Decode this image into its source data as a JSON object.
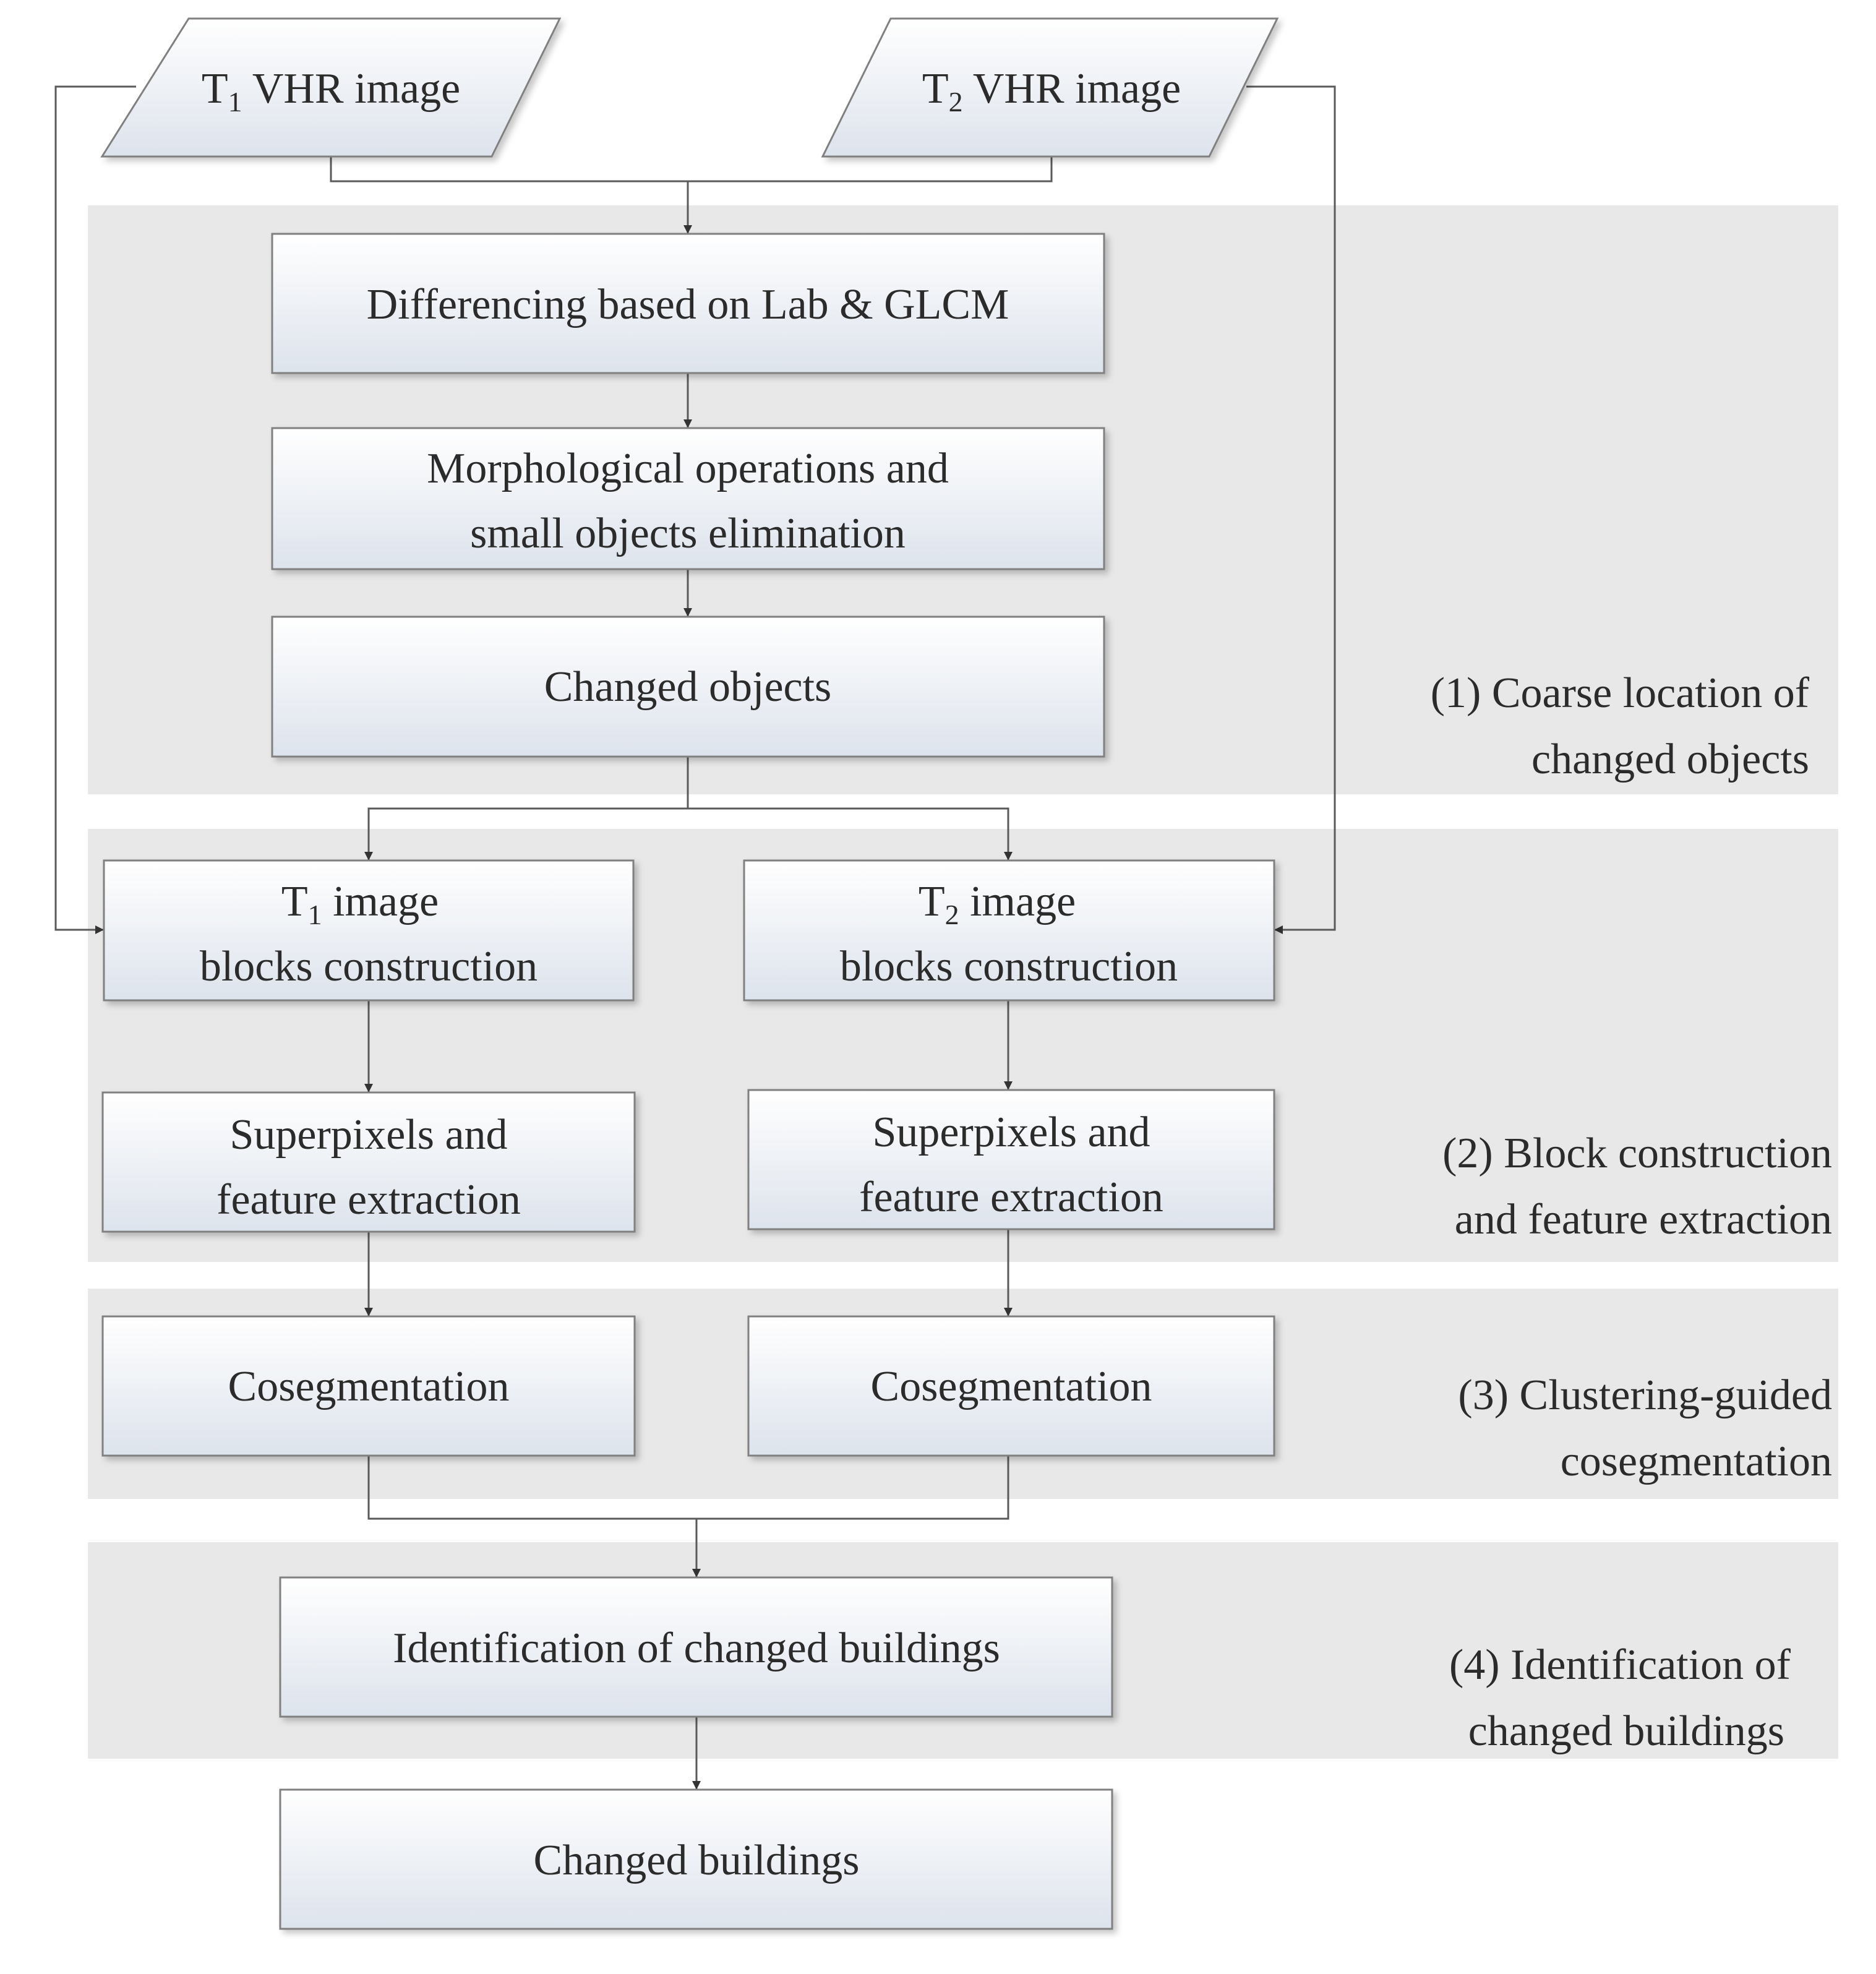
{
  "nodes": {
    "t1_input": {
      "prefix": "T",
      "sub": "1",
      "text": " VHR image"
    },
    "t2_input": {
      "prefix": "T",
      "sub": "2",
      "text": " VHR image"
    },
    "differencing": {
      "lines": [
        "Differencing based on Lab & GLCM"
      ]
    },
    "morphology": {
      "lines": [
        "Morphological operations and",
        "small objects elimination"
      ]
    },
    "changed_objects": {
      "lines": [
        "Changed objects"
      ]
    },
    "t1_blocks": {
      "prefix": "T",
      "sub": "1",
      "first_line": " image",
      "second_line": "blocks construction"
    },
    "t2_blocks": {
      "prefix": "T",
      "sub": "2",
      "first_line": " image",
      "second_line": "blocks construction"
    },
    "t1_superpixels": {
      "lines": [
        "Superpixels and",
        "feature extraction"
      ]
    },
    "t2_superpixels": {
      "lines": [
        "Superpixels and",
        "feature extraction"
      ]
    },
    "t1_coseg": {
      "lines": [
        "Cosegmentation"
      ]
    },
    "t2_coseg": {
      "lines": [
        "Cosegmentation"
      ]
    },
    "identification": {
      "lines": [
        "Identification of changed buildings"
      ]
    },
    "changed_buildings": {
      "lines": [
        "Changed buildings"
      ]
    }
  },
  "stages": {
    "stage1": {
      "lines": [
        "(1) Coarse location of",
        "changed objects"
      ]
    },
    "stage2": {
      "lines": [
        "(2) Block construction",
        "and feature extraction"
      ]
    },
    "stage3": {
      "lines": [
        "(3) Clustering-guided",
        "cosegmentation"
      ]
    },
    "stage4": {
      "lines": [
        "(4) Identification of",
        "changed buildings"
      ]
    }
  },
  "colors": {
    "box_top": "#ffffff",
    "box_bottom": "#dde3ec",
    "band": "#e8e8e8",
    "line": "#5a5a5a"
  }
}
